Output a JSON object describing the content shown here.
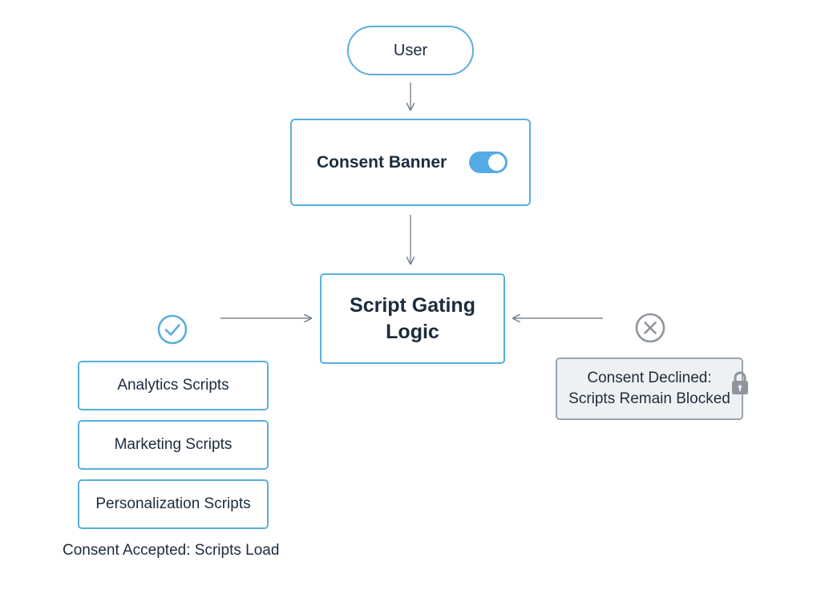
{
  "nodes": {
    "user": "User",
    "consent_banner": "Consent Banner",
    "script_gating": [
      "Script Gating",
      "Logic"
    ],
    "scripts": [
      "Analytics Scripts",
      "Marketing Scripts",
      "Personalization Scripts"
    ],
    "declined": [
      "Consent Declined:",
      "Scripts Remain Blocked"
    ]
  },
  "captions": {
    "accepted": "Consent Accepted: Scripts Load"
  },
  "toggle": {
    "state": "on"
  },
  "icons": {
    "accepted": "check-circle-icon",
    "declined": "x-circle-icon",
    "blocked": "lock-icon",
    "toggle": "toggle-switch-icon"
  },
  "colors": {
    "accent": "#5aaedd",
    "toggle_on": "#55abe3",
    "declined_border": "#9aa3ad",
    "declined_fill": "#eef1f4",
    "lock": "#8f959c",
    "text": "#1b2c3e",
    "arrow": "#7b8591"
  },
  "edges": [
    {
      "from": "user",
      "to": "consent_banner"
    },
    {
      "from": "consent_banner",
      "to": "script_gating"
    },
    {
      "from": "accepted",
      "to": "script_gating"
    },
    {
      "from": "declined",
      "to": "script_gating"
    }
  ]
}
